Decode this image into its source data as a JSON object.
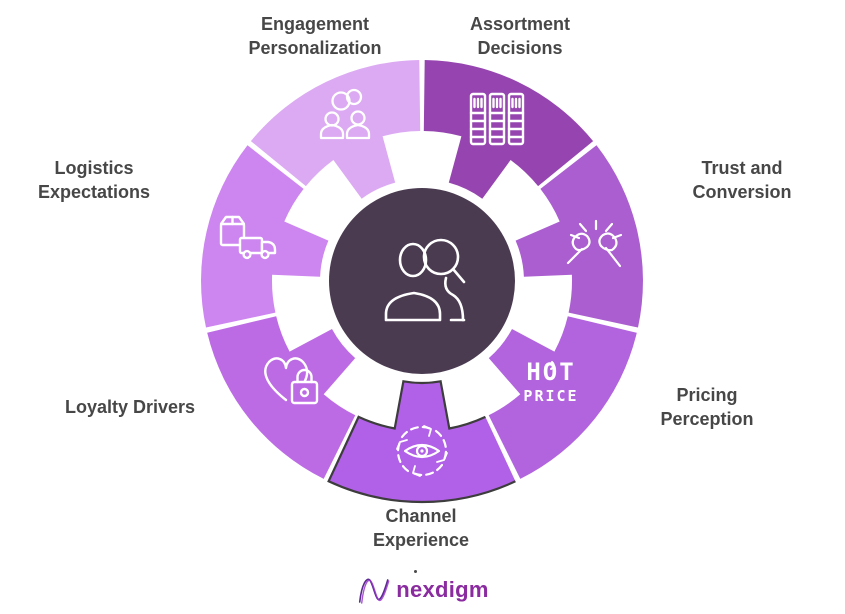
{
  "diagram": {
    "name": "customer-journey-wheel",
    "center": {
      "icon": "person-search-icon",
      "color": "#4a3b51"
    },
    "label_color": "#474747",
    "segments": [
      {
        "id": "assortment-decisions",
        "label_lines": [
          "Assortment",
          "Decisions"
        ],
        "color": "#9645b0",
        "icon": "books-icon"
      },
      {
        "id": "trust-and-conversion",
        "label_lines": [
          "Trust and",
          "Conversion"
        ],
        "color": "#aa5ed0",
        "icon": "fist-bump-icon"
      },
      {
        "id": "pricing-perception",
        "label_lines": [
          "Pricing",
          "Perception"
        ],
        "color": "#b263de",
        "icon": "hot-price-icon",
        "icon_text": [
          "HOT",
          "PRICE"
        ]
      },
      {
        "id": "channel-experience",
        "label_lines": [
          "Channel",
          "Experience"
        ],
        "color": "#b160e8",
        "icon": "eye-cycle-icon",
        "outlined": true,
        "outline_color": "#3d3d3d"
      },
      {
        "id": "loyalty-drivers",
        "label_lines": [
          "Loyalty Drivers"
        ],
        "color": "#bd6be5",
        "icon": "heart-lock-icon"
      },
      {
        "id": "logistics-expectations",
        "label_lines": [
          "Logistics",
          "Expectations"
        ],
        "color": "#cd85f0",
        "icon": "box-truck-icon"
      },
      {
        "id": "engagement-personalization",
        "label_lines": [
          "Engagement",
          "Personalization"
        ],
        "color": "#dcaaf2",
        "icon": "people-rings-icon"
      }
    ]
  },
  "footer": {
    "brand": "nexdigm",
    "brand_color": "#8a2b9f",
    "logo_icon": "nexdigm-n-logo"
  }
}
